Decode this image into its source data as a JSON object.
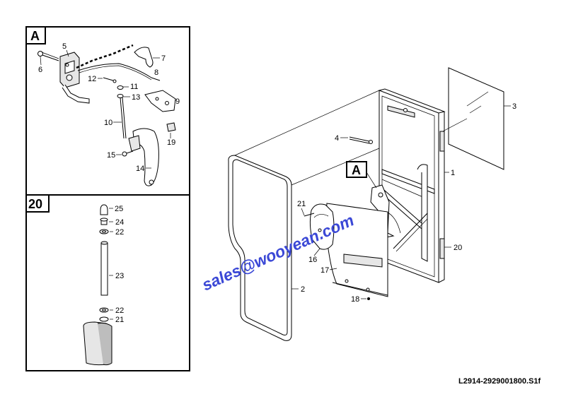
{
  "drawing_code": "L2914-2929001800.S1f",
  "watermark": "sales@wooyean.com",
  "detail_a": {
    "label": "A",
    "callouts": [
      "5",
      "6",
      "7",
      "8",
      "12",
      "11",
      "13",
      "9",
      "10",
      "19",
      "15",
      "14"
    ]
  },
  "detail_20": {
    "label": "20",
    "callouts": [
      "25",
      "24",
      "22",
      "23",
      "22",
      "21"
    ]
  },
  "main": {
    "view_label": "A",
    "callouts": [
      "3",
      "4",
      "1",
      "21",
      "16",
      "20",
      "17",
      "2",
      "18"
    ]
  }
}
